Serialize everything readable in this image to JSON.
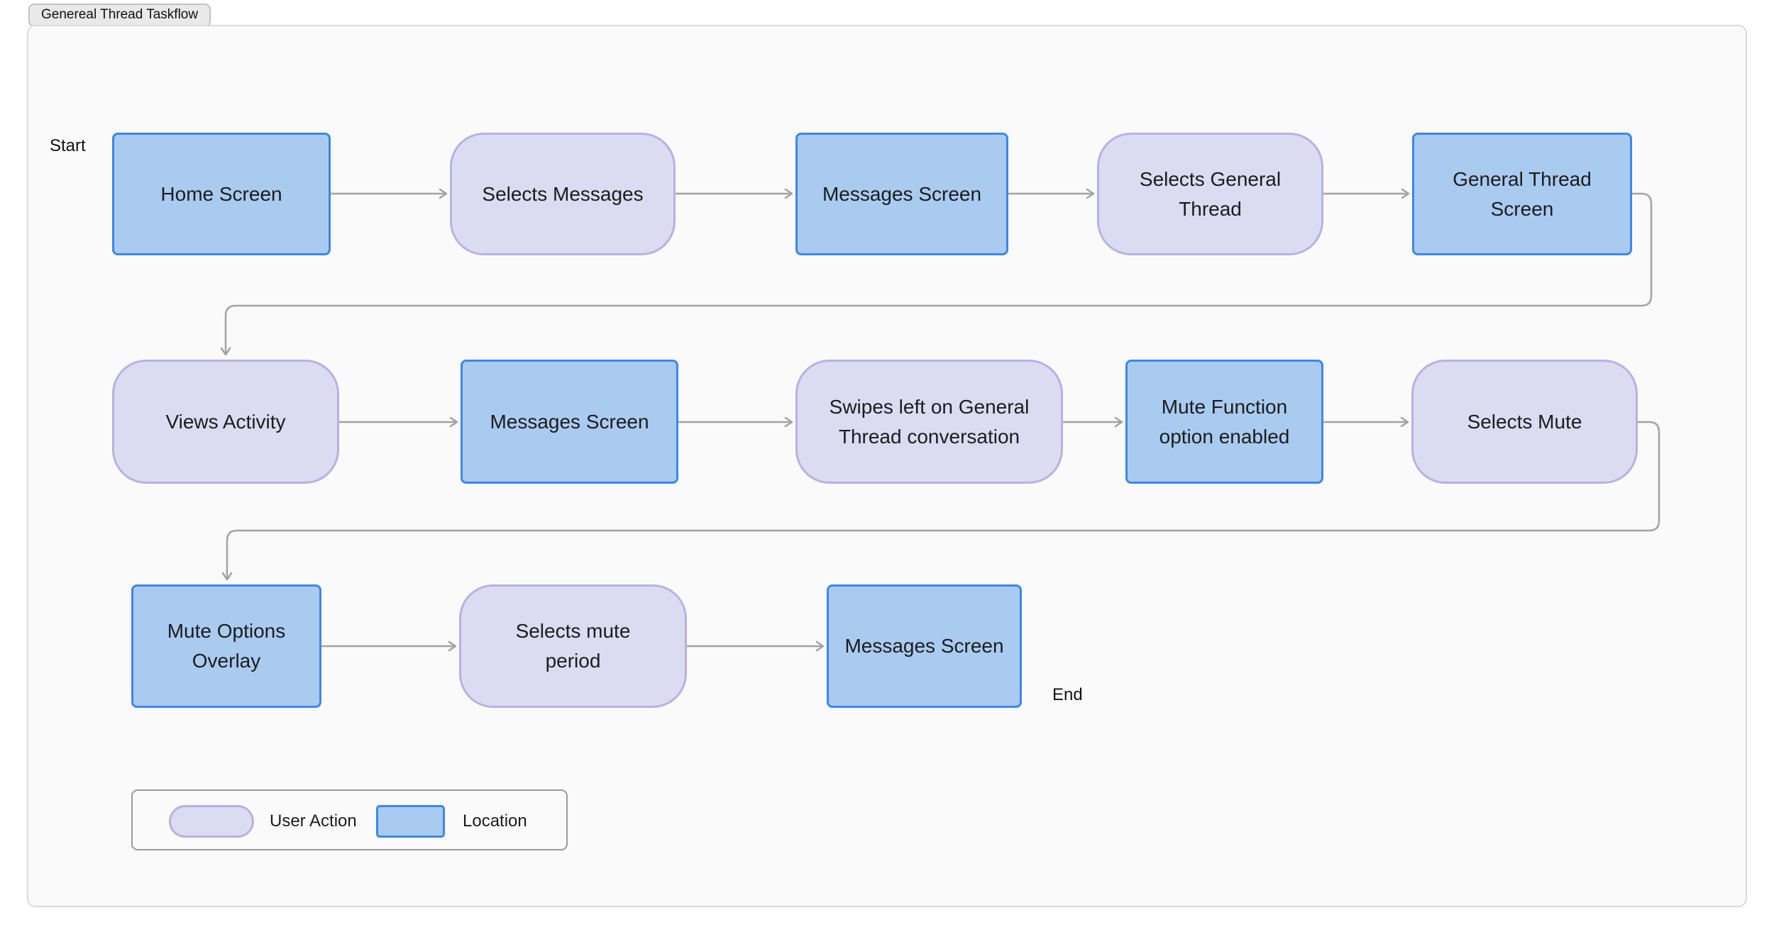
{
  "tab": {
    "title": "Genereal Thread Taskflow"
  },
  "labels": {
    "start": "Start",
    "end": "End"
  },
  "flow": {
    "rows": [
      [
        {
          "type": "location",
          "label": "Home Screen"
        },
        {
          "type": "action",
          "label": "Selects Messages"
        },
        {
          "type": "location",
          "label": "Messages Screen"
        },
        {
          "type": "action",
          "label": "Selects General\nThread"
        },
        {
          "type": "location",
          "label": "General Thread\nScreen"
        }
      ],
      [
        {
          "type": "action",
          "label": "Views Activity"
        },
        {
          "type": "location",
          "label": "Messages Screen"
        },
        {
          "type": "action",
          "label": "Swipes left on General\nThread conversation"
        },
        {
          "type": "location",
          "label": "Mute Function\noption enabled"
        },
        {
          "type": "action",
          "label": "Selects Mute"
        }
      ],
      [
        {
          "type": "location",
          "label": "Mute Options\nOverlay"
        },
        {
          "type": "action",
          "label": "Selects mute\nperiod"
        },
        {
          "type": "location",
          "label": "Messages Screen"
        }
      ]
    ]
  },
  "legend": {
    "user_action_label": "User Action",
    "location_label": "Location"
  },
  "colors": {
    "location_fill": "#A9CBF0",
    "location_border": "#3E86EC",
    "action_fill": "#DBDBF2",
    "action_border": "#B6B2E2",
    "connector": "#A3A3A3",
    "canvas_bg": "#FAFAFA",
    "canvas_border": "#DADADA",
    "tab_bg": "#E9E9E9",
    "tab_border": "#C2C2C2",
    "text": "#1C1C1C"
  }
}
